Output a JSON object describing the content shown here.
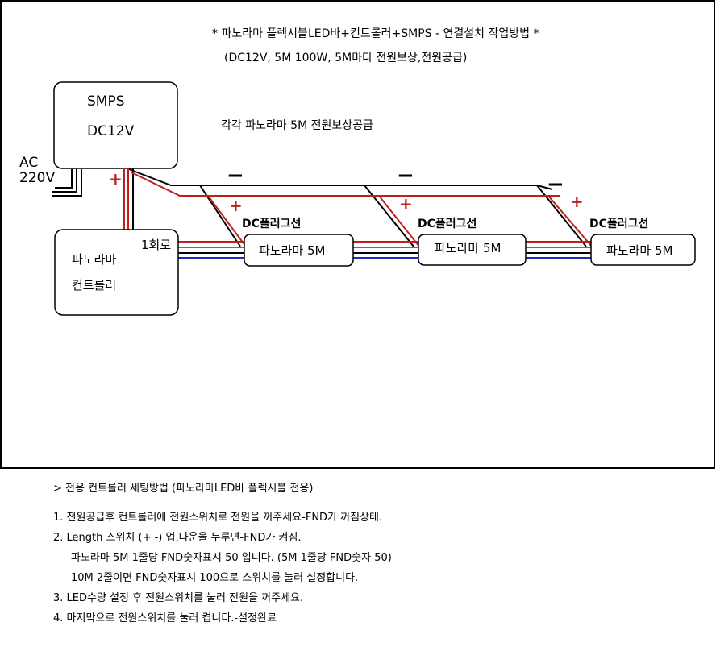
{
  "title": "* 파노라마 플렉시블LED바+컨트롤러+SMPS - 연결설치 작업방법 *",
  "subtitle": "(DC12V, 5M 100W, 5M마다 전원보상,전원공급)",
  "smps": {
    "line1": "SMPS",
    "line2": "DC12V"
  },
  "ac": {
    "line1": "AC",
    "line2": "220V"
  },
  "supply_note": "각각 파노라마 5M 전원보상공급",
  "controller": {
    "line1": "파노라마",
    "line2": "컨트롤러",
    "circuit": "1회로"
  },
  "modules": [
    {
      "label": "파노라마 5M",
      "plug": "DC플러그선",
      "plus": "+",
      "minus": "−"
    },
    {
      "label": "파노라마 5M",
      "plug": "DC플러그선",
      "plus": "+",
      "minus": "−"
    },
    {
      "label": "파노라마 5M",
      "plug": "DC플러그선",
      "plus": "+",
      "minus": "−"
    }
  ],
  "smps_plus": "+",
  "wire_colors": {
    "red": "#c0201c",
    "green": "#1ea51e",
    "blue": "#1e2bb8",
    "black": "#000000"
  },
  "notes": {
    "heading": "> 전용 컨트롤러 세팅방법 (파노라마LED바 플렉시블 전용)",
    "items": [
      "1. 전원공급후 컨트롤러에 전원스위치로 전원을 꺼주세요-FND가 꺼짐상태.",
      "2. Length 스위치 (+ -) 업,다운을 누루면-FND가 켜짐.",
      "파노라마 5M 1줄당 FND숫자표시 50 입니다. (5M 1줄당 FND숫자 50)",
      "10M 2줄이면 FND숫자표시 100으로 스위치를 눌러 설정합니다.",
      "3. LED수량 설정 후 전원스위치를 눌러 전원을 꺼주세요.",
      "4. 마지막으로 전원스위치를 눌러 켭니다.-설정완료"
    ]
  }
}
